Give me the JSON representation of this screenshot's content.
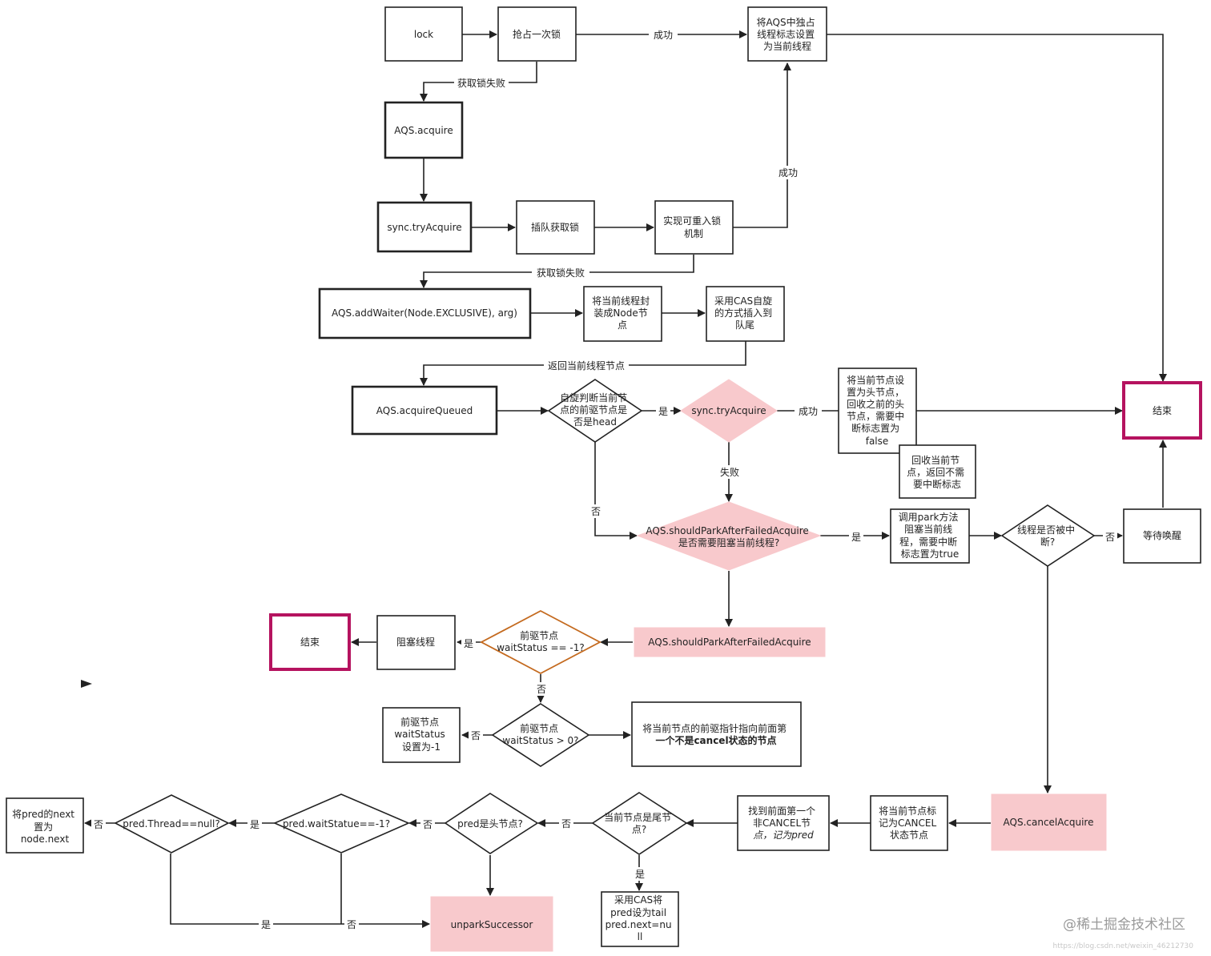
{
  "colors": {
    "stroke": "#222222",
    "pink_fill": "#f8c9cc",
    "pink_stroke": "#f8c9cc",
    "end_stroke": "#b5135f",
    "orange_stroke": "#c46a1f",
    "text": "#222222"
  },
  "nodes": {
    "lock": "lock",
    "try_once": "抢占一次锁",
    "set_owner": [
      "将AQS中独占",
      "线程标志设置",
      "为当前线程"
    ],
    "aqs_acquire": "AQS.acquire",
    "sync_try_acquire": "sync.tryAcquire",
    "queue_get_lock": "插队获取锁",
    "reentrant": [
      "实现可重入锁",
      "机制"
    ],
    "add_waiter": "AQS.addWaiter(Node.EXCLUSIVE), arg)",
    "wrap_node": [
      "将当前线程封",
      "装成Node节",
      "点"
    ],
    "cas_tail": [
      "采用CAS自旋",
      "的方式插入到",
      "队尾"
    ],
    "acquire_queued": "AQS.acquireQueued",
    "pred_is_head": [
      "自旋判断当前节",
      "点的前驱节点是",
      "否是head"
    ],
    "sync_try_acquire_2": "sync.tryAcquire",
    "set_head": [
      "将当前节点设",
      "置为头节点，",
      "回收之前的头",
      "节点，需要中",
      "断标志置为",
      "false"
    ],
    "recycle": [
      "回收当前节",
      "点，返回不需",
      "要中断标志"
    ],
    "end_right": "结束",
    "should_park_q": [
      "AQS.shouldParkAfterFailedAcquire",
      "是否需要阻塞当前线程?"
    ],
    "park": [
      "调用park方法",
      "阻塞当前线",
      "程，需要中断",
      "标志置为true"
    ],
    "interrupted_q": [
      "线程是否被中",
      "断?"
    ],
    "wait_wakeup": "等待唤醒",
    "should_park": "AQS.shouldParkAfterFailedAcquire",
    "ws_minus1_q": [
      "前驱节点",
      "waitStatus == -1?"
    ],
    "block_thread": "阻塞线程",
    "end_left": "结束",
    "ws_gt0_q": [
      "前驱节点",
      "waitStatus > 0?"
    ],
    "set_ws_minus1": [
      "前驱节点",
      "waitStatus",
      "设置为-1"
    ],
    "skip_cancel": [
      "将当前节点的前驱指针指向前面第",
      "一个不是cancel状态的节点"
    ],
    "cancel_acquire": "AQS.cancelAcquire",
    "mark_cancel": [
      "将当前节点标",
      "记为CANCEL",
      "状态节点"
    ],
    "find_pred": [
      "找到前面第一个",
      "非CANCEL节",
      "点，记为pred"
    ],
    "is_tail_q": [
      "当前节点是尾节",
      "点?"
    ],
    "cas_pred_tail": [
      "采用CAS将",
      "pred设为tail",
      "pred.next=nu",
      "ll"
    ],
    "pred_head_q": "pred是头节点?",
    "pred_ws_q": "pred.waitStatue==-1?",
    "pred_thread_q": "pred.Thread==null?",
    "pred_next": [
      "将pred的next",
      "置为",
      "node.next"
    ],
    "unpark": "unparkSuccessor"
  },
  "labels": {
    "success_1": "成功",
    "fail_1": "获取锁失败",
    "success_2": "成功",
    "fail_2": "获取锁失败",
    "return_node": "返回当前线程节点",
    "yes_head": "是",
    "success_3": "成功",
    "fail_3": "失败",
    "no_head": "否",
    "yes_park": "是",
    "no_interrupt": "否",
    "yes_ws": "是",
    "no_ws": "否",
    "no_ws_gt0": "否",
    "no_tail": "否",
    "yes_tail": "是",
    "no_pred_head": "否",
    "yes_pred_ws": "是",
    "no_pred_thread": "否",
    "yes_bottom": "是",
    "no_bottom": "否"
  },
  "watermark": {
    "text": "@稀土掘金技术社区",
    "url": "https://blog.csdn.net/weixin_46212730"
  }
}
